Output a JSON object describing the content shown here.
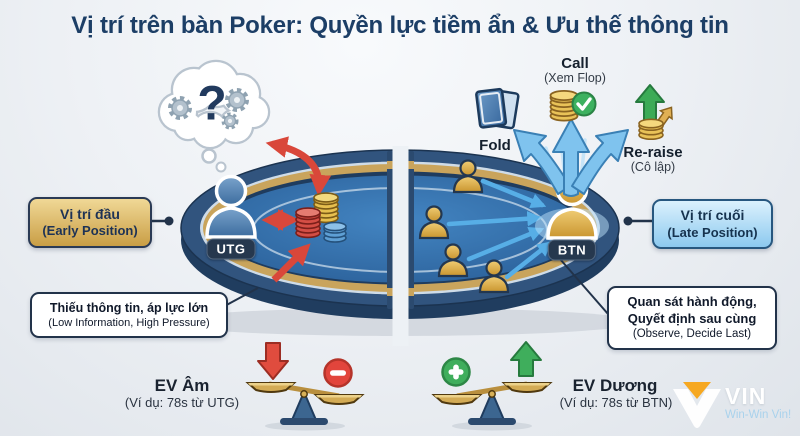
{
  "title": "Vị trí trên bàn Poker: Quyền lực tiềm ẩn & Ưu thế thông tin",
  "thought": {
    "qmark": "?"
  },
  "seats": {
    "utg": "UTG",
    "btn": "BTN"
  },
  "boxes": {
    "early": {
      "line1": "Vị trí đầu",
      "line2": "(Early Position)"
    },
    "late": {
      "line1": "Vị trí cuối",
      "line2": "(Late Position)"
    }
  },
  "notes": {
    "early": {
      "line1": "Thiếu thông tin, áp lực lớn",
      "line2": "(Low Information, High Pressure)"
    },
    "late": {
      "line1": "Quan sát hành động,",
      "line2": "Quyết định sau cùng",
      "line3": "(Observe, Decide Last)"
    }
  },
  "actions": {
    "fold": {
      "label": "Fold"
    },
    "call": {
      "label": "Call",
      "sub": "(Xem Flop)"
    },
    "reraise": {
      "label": "Re-raise",
      "sub": "(Cô lập)"
    }
  },
  "ev": {
    "negative": {
      "label": "EV Âm",
      "sub": "(Ví dụ: 78s từ UTG)"
    },
    "positive": {
      "label": "EV Dương",
      "sub": "(Ví dụ: 78s từ BTN)"
    }
  },
  "brand": {
    "name": "VIN",
    "tagline": "Win-Win Vin!"
  },
  "colors": {
    "title_navy": "#1c3e66",
    "table_felt": "#2f6dab",
    "table_rim_gold": "#c9a45c",
    "table_edge_navy": "#31547e",
    "accent_red": "#d9473a",
    "accent_blue": "#57aee6",
    "accent_green": "#3cab57",
    "badge_navy": "#26384e",
    "gold_box": "#d8b567",
    "blue_box": "#8cc9ef"
  }
}
